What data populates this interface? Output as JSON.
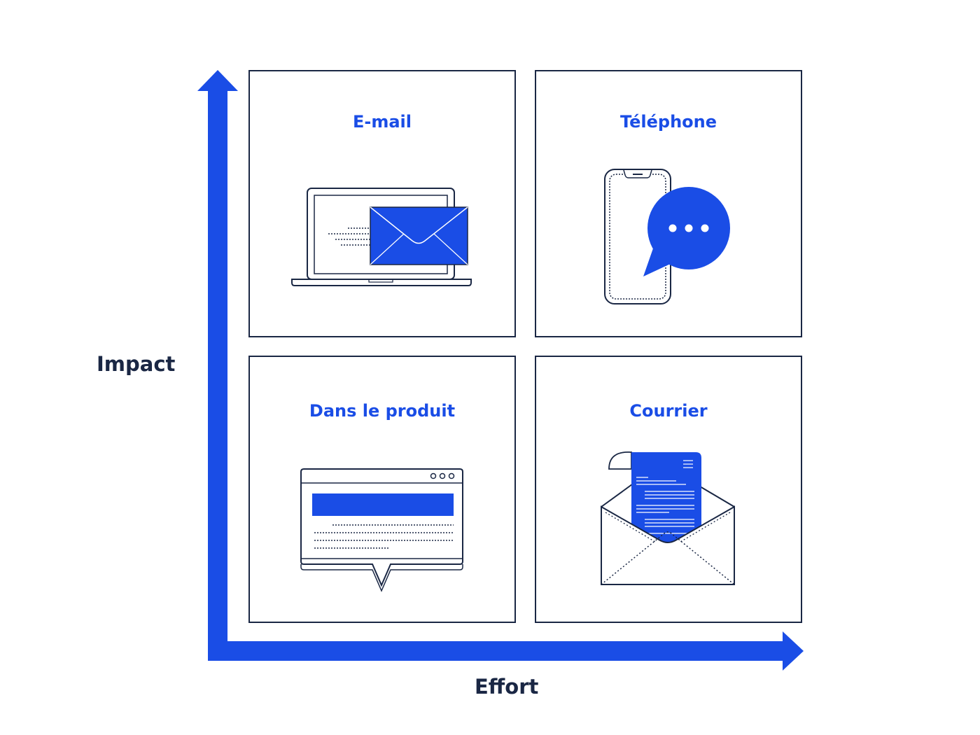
{
  "axes": {
    "y_label": "Impact",
    "x_label": "Effort"
  },
  "quadrants": {
    "top_left": {
      "title": "E-mail",
      "icon": "laptop-envelope-icon"
    },
    "top_right": {
      "title": "Téléphone",
      "icon": "phone-chat-bubble-icon"
    },
    "bottom_left": {
      "title": "Dans le produit",
      "icon": "in-app-message-window-icon"
    },
    "bottom_right": {
      "title": "Courrier",
      "icon": "letter-envelope-icon"
    }
  },
  "colors": {
    "accent": "#1a4de6",
    "ink": "#1a2744",
    "background": "#ffffff"
  }
}
